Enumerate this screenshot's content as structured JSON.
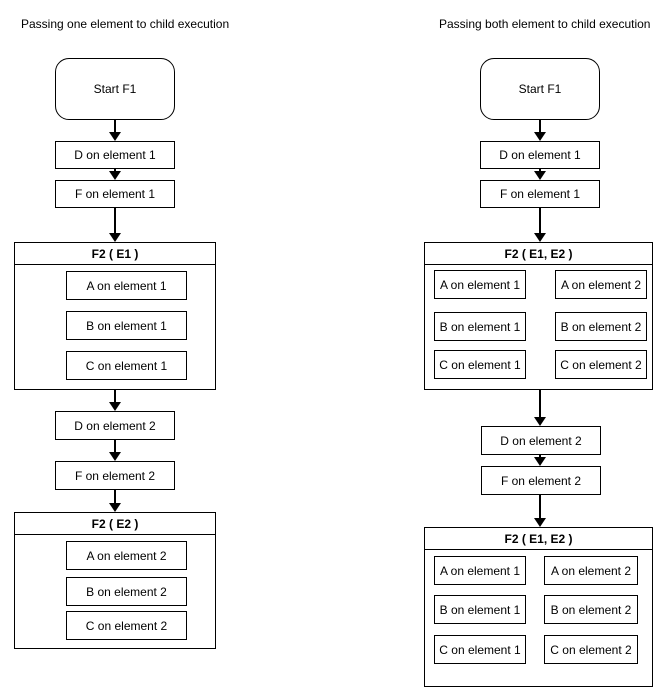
{
  "diagrams": {
    "left": {
      "title": "Passing one element to child execution",
      "start_label": "Start F1",
      "step_d_element1": "D on element 1",
      "step_f_element1": "F on element 1",
      "subprocess1": {
        "title": "F2 ( E1 )",
        "tasks": [
          "A on element 1",
          "B on element 1",
          "C on element 1"
        ]
      },
      "step_d_element2": "D on element 2",
      "step_f_element2": "F on element 2",
      "subprocess2": {
        "title": "F2 ( E2 )",
        "tasks": [
          "A on element 2",
          "B on element 2",
          "C on element 2"
        ]
      }
    },
    "right": {
      "title": "Passing both element to child execution",
      "start_label": "Start F1",
      "step_d_element1": "D on element 1",
      "step_f_element1": "F on element 1",
      "subprocess1": {
        "title": "F2 ( E1, E2 )",
        "col1": [
          "A on element 1",
          "B on element 1",
          "C on element 1"
        ],
        "col2": [
          "A on element 2",
          "B on element 2",
          "C on element 2"
        ]
      },
      "step_d_element2": "D on element 2",
      "step_f_element2": "F on element 2",
      "subprocess2": {
        "title": "F2 ( E1, E2 )",
        "col1": [
          "A on element 1",
          "B on element 1",
          "C on element 1"
        ],
        "col2": [
          "A on element 2",
          "B on element 2",
          "C on element 2"
        ]
      }
    }
  },
  "colors": {
    "background": "#ffffff",
    "shape_fill": "#ffffff",
    "stroke": "#000000",
    "text": "#000000"
  }
}
